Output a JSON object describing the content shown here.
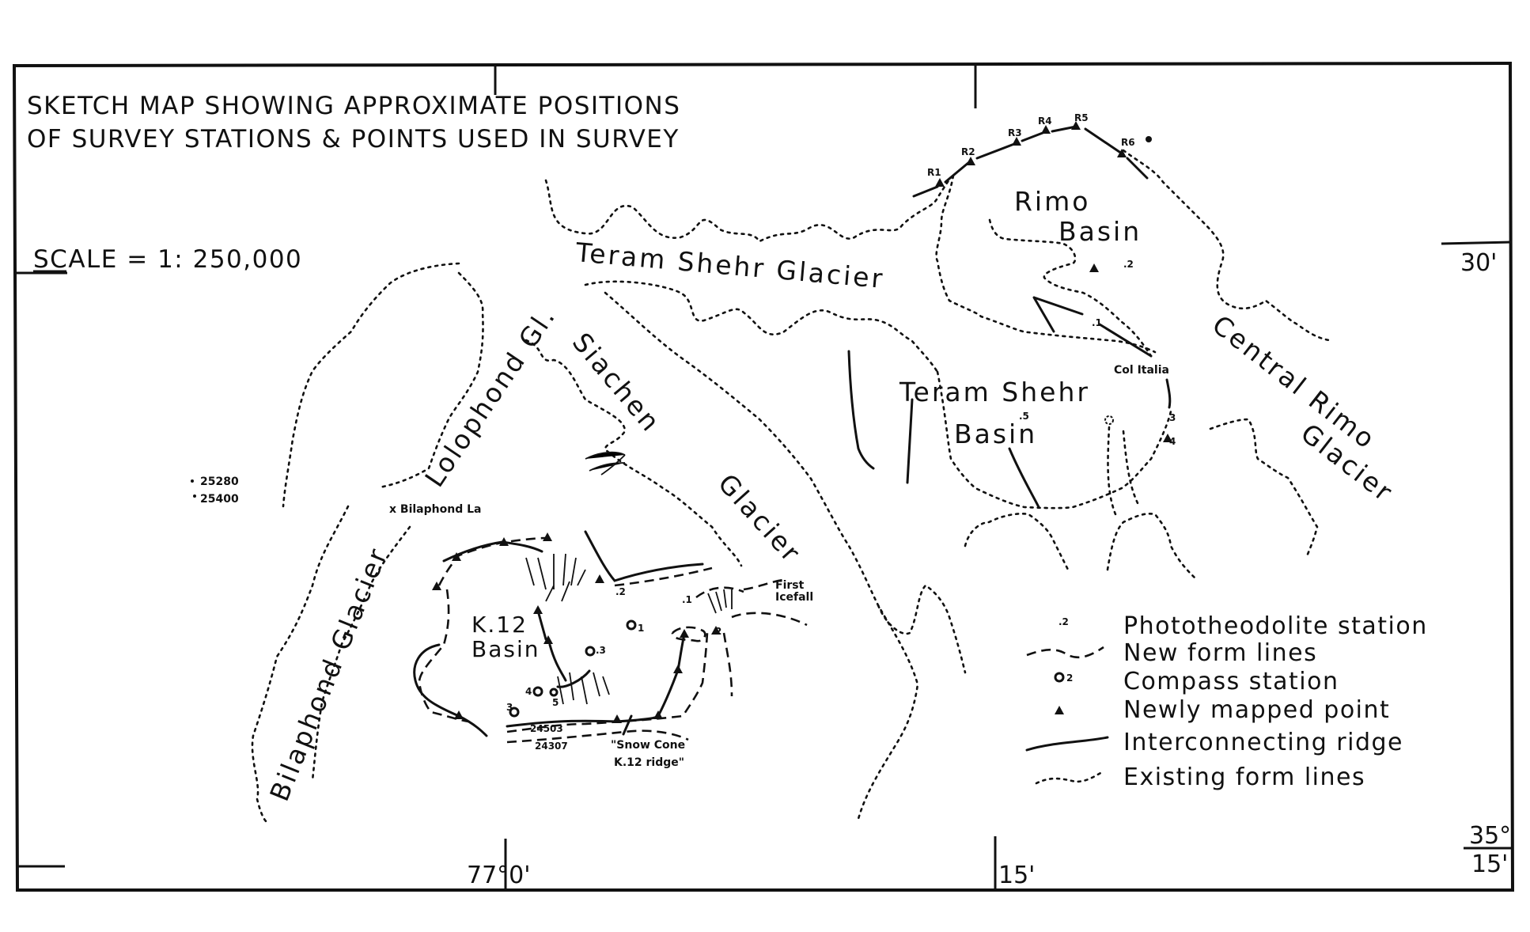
{
  "title": {
    "line1": "SKETCH MAP SHOWING  APPROXIMATE POSITIONS",
    "line2": "OF SURVEY  STATIONS  &  POINTS  USED IN  SURVEY"
  },
  "scale": "SCALE = 1: 250,000",
  "graticule": {
    "lat_30": "30'",
    "lat_35": "35°",
    "lat_15": "15'",
    "lon_77": "77°0'",
    "lon_15": "15'"
  },
  "labels": {
    "teram_shehr_glacier": "Teram  Shehr  Glacier",
    "rimo": "Rimo",
    "rimo_basin": "Basin",
    "teram_shehr": "Teram  Shehr",
    "teram_basin": "Basin",
    "central_rimo": "Central  Rimo",
    "central_glacier": "Glacier",
    "siachen": "Siachen",
    "siachen_glacier": "Glacier",
    "lolophond": "Lolophond Gl.",
    "bilaphond_glacier": "Bilaphond  Glacier",
    "k12": "K.12",
    "k12_basin": "Basin",
    "col_italia": "Col  Italia",
    "first": "First",
    "icefall": "Icefall",
    "bilaphond_la": "x Bilaphond  La",
    "snow_cone": "\"Snow Cone",
    "k12_ridge": "K.12 ridge\""
  },
  "spot_heights": [
    "25280",
    "25400",
    "24503",
    "24307"
  ],
  "stations": {
    "rimo_ridge": [
      "R1",
      "R2",
      "R3",
      "R4",
      "R5",
      "R6"
    ],
    "photo": [
      ".2",
      ".1",
      ".2",
      ".5",
      "3",
      "4",
      "2",
      ".1"
    ],
    "compass": [
      "1",
      ".3",
      "4",
      "5",
      "3"
    ]
  },
  "legend": [
    {
      "symbol": ".2",
      "label": "Phototheodolite  station"
    },
    {
      "symbol": "",
      "label": "New  form  lines"
    },
    {
      "symbol": "2",
      "label": "Compass  station"
    },
    {
      "symbol": "",
      "label": "Newly  mapped  point"
    },
    {
      "symbol": "",
      "label": "Interconnecting  ridge"
    },
    {
      "symbol": "",
      "label": "Existing  form  lines"
    }
  ]
}
